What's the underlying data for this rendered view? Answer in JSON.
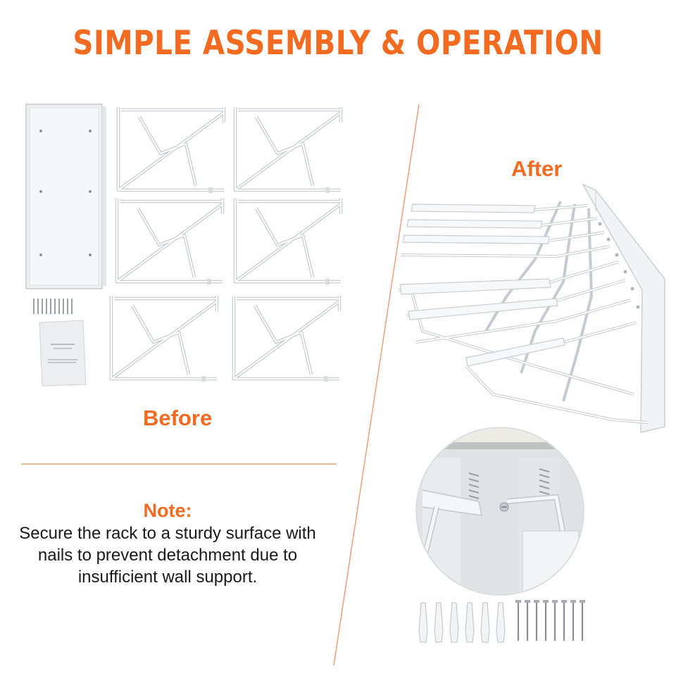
{
  "title": "SIMPLE ASSEMBLY & OPERATION",
  "labels": {
    "after": "After",
    "before": "Before"
  },
  "note": {
    "heading": "Note:",
    "body": "Secure the rack to a sturdy surface with nails to prevent detachment due to insufficient wall support."
  },
  "colors": {
    "accent": "#F26B21",
    "divider": "#E9A27A",
    "metal": "#ffffff",
    "outline": "#cfd4d8",
    "panel": "#eef0f1"
  },
  "icons": {
    "mounting_plate": "wall-mounting-plate",
    "bracket": "wire-bracket",
    "hardware_bag": "screws-and-anchors",
    "manual": "instruction-manual",
    "rack": "assembled-wire-rack",
    "detail": "spring-pin-closeup",
    "fasteners": "wall-anchors-and-screws"
  }
}
